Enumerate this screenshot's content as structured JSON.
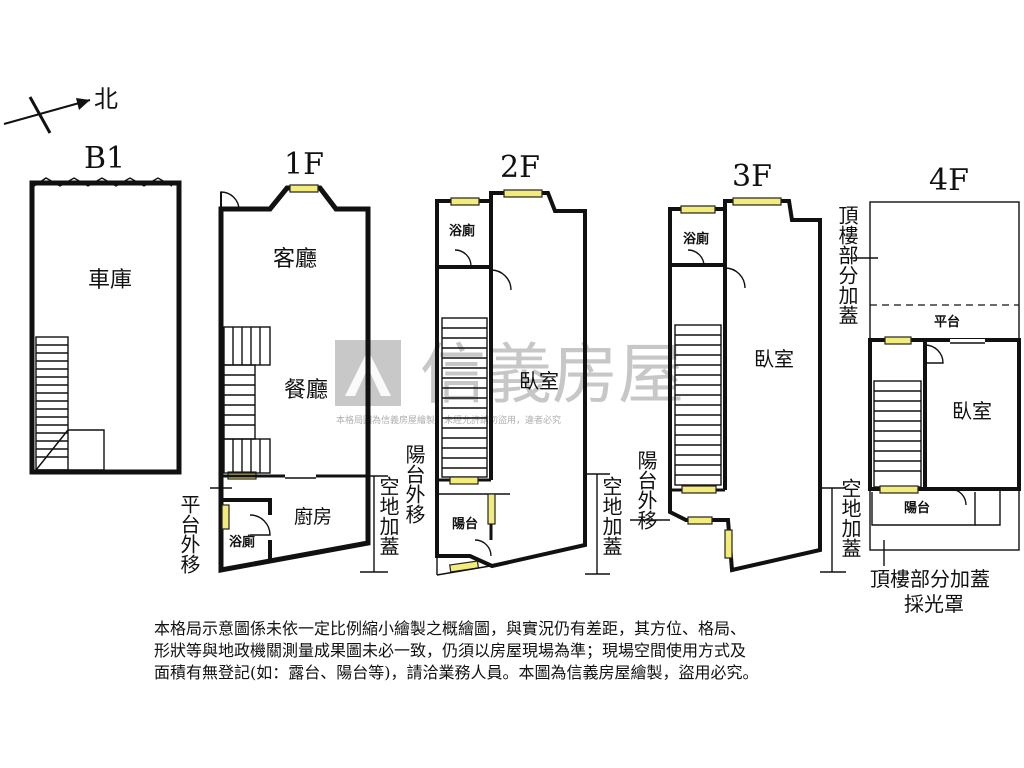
{
  "compass": {
    "label": "北"
  },
  "floors": [
    {
      "title": "B1",
      "rooms": [
        "車庫"
      ]
    },
    {
      "title": "1F",
      "rooms": [
        "客廳",
        "餐廳",
        "廚房",
        "浴廁"
      ],
      "side_label": "平台外移",
      "right_label": "空地加蓋"
    },
    {
      "title": "2F",
      "rooms": [
        "浴廁",
        "臥室",
        "陽台"
      ],
      "side_label": "陽台外移",
      "right_label": "空地加蓋"
    },
    {
      "title": "3F",
      "rooms": [
        "浴廁",
        "臥室"
      ],
      "side_label": "陽台外移",
      "right_label": "空地加蓋"
    },
    {
      "title": "4F",
      "rooms": [
        "平台",
        "臥室",
        "陽台"
      ],
      "top_label": "頂樓部分加蓋",
      "right_label": "空地加蓋",
      "bottom_label": [
        "頂樓部分加蓋",
        "採光罩"
      ]
    }
  ],
  "watermark": {
    "brand": "信義房屋",
    "notice": "本格局圖為信義房屋繪製，未經允許請勿盜用，違者必究"
  },
  "disclaimer": [
    "本格局示意圖係未依一定比例縮小繪製之概繪圖，與實況仍有差距，其方位、格局、",
    "形狀等與地政機關測量成果圖未必一致，仍須以房屋現場為準；現場空間使用方式及",
    "面積有無登記(如：露台、陽台等)，請洽業務人員。本圖為信義房屋繪製，盜用必究。"
  ]
}
